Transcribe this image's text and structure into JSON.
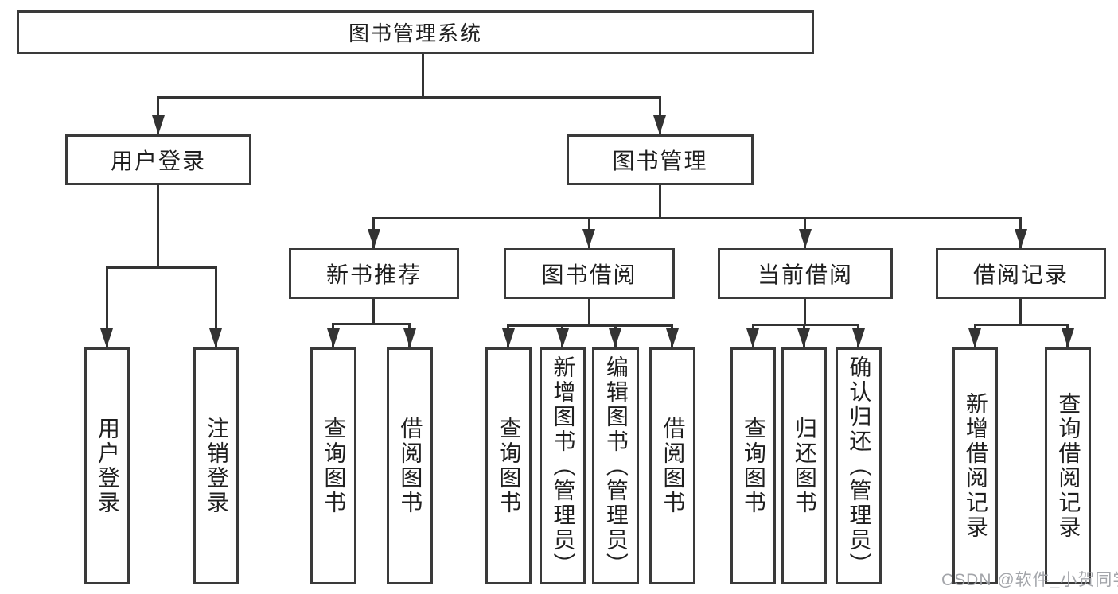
{
  "colors": {
    "line": "#333333",
    "box_border": "#3a3a3a",
    "text": "#1f1f1f",
    "background": "#ffffff",
    "watermark": "#9ea0a5"
  },
  "watermark": {
    "text": "CSDN @软件_小贺同学"
  },
  "diagram": {
    "type": "tree",
    "root": {
      "label": "图书管理系统",
      "children": [
        {
          "label": "用户登录",
          "children": [
            {
              "label": "用户登录"
            },
            {
              "label": "注销登录"
            }
          ]
        },
        {
          "label": "图书管理",
          "children": [
            {
              "label": "新书推荐",
              "children": [
                {
                  "label": "查询图书"
                },
                {
                  "label": "借阅图书"
                }
              ]
            },
            {
              "label": "图书借阅",
              "children": [
                {
                  "label": "查询图书"
                },
                {
                  "label": "新增图书（管理员）"
                },
                {
                  "label": "编辑图书（管理员）"
                },
                {
                  "label": "借阅图书"
                }
              ]
            },
            {
              "label": "当前借阅",
              "children": [
                {
                  "label": "查询图书"
                },
                {
                  "label": "归还图书"
                },
                {
                  "label": "确认归还（管理员）"
                }
              ]
            },
            {
              "label": "借阅记录",
              "children": [
                {
                  "label": "新增借阅记录"
                },
                {
                  "label": "查询借阅记录"
                }
              ]
            }
          ]
        }
      ]
    }
  }
}
